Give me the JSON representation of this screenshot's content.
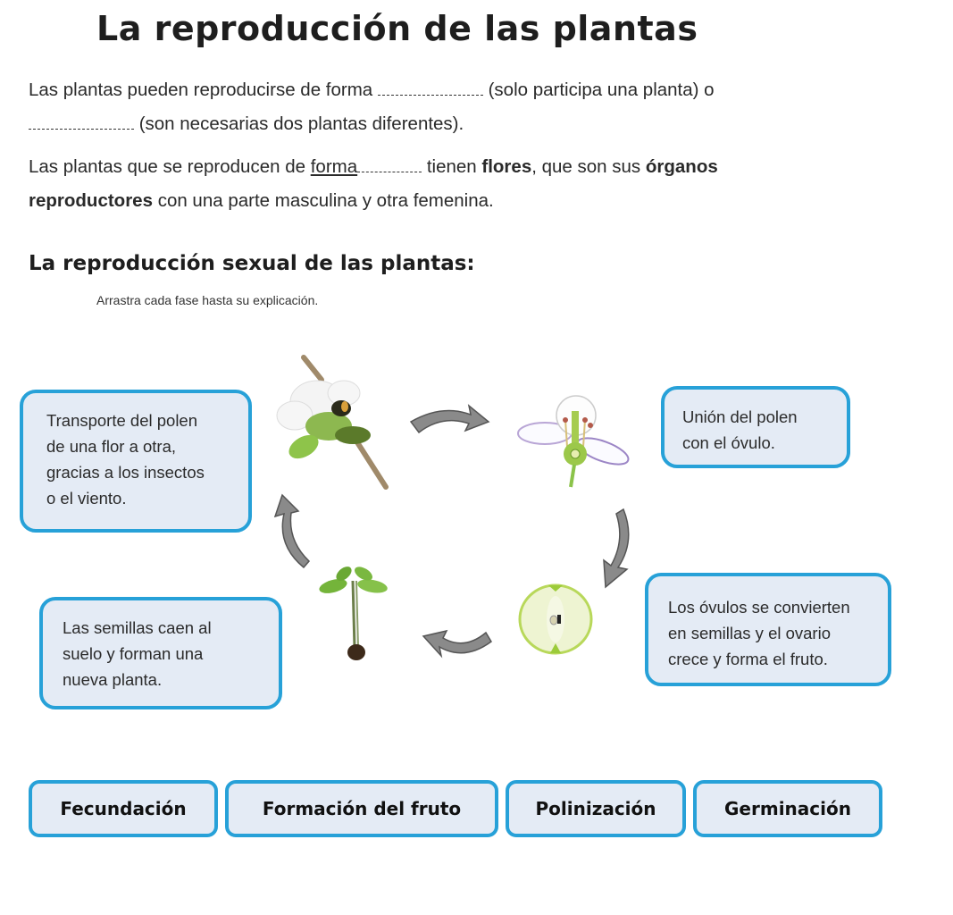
{
  "page": {
    "title": "La reproducción de las plantas"
  },
  "intro": {
    "p1_part1": "Las plantas pueden reproducirse de forma",
    "p1_part2": "(solo participa una planta) o",
    "p1_part3": "(son necesarias dos plantas diferentes).",
    "p2_part1": "Las plantas que se reproducen de",
    "p2_underlined": "forma",
    "p2_part2": "tienen",
    "p2_bold1": "flores",
    "p2_part3": ", que son sus",
    "p2_bold2": "órganos",
    "p2_bold3": "reproductores",
    "p2_part4": "con una parte masculina y otra femenina."
  },
  "section": {
    "subtitle": "La reproducción sexual de las plantas:",
    "instruction": "Arrastra cada fase hasta su explicación."
  },
  "explanations": [
    {
      "lines": [
        "Transporte del polen",
        "de una flor a otra,",
        "gracias a los insectos",
        "o el viento."
      ]
    },
    {
      "lines": [
        "Unión del polen",
        "con el óvulo."
      ]
    },
    {
      "lines": [
        "Los óvulos se convierten",
        "en semillas y el ovario",
        "crece y forma el fruto."
      ]
    },
    {
      "lines": [
        "Las semillas caen al",
        "suelo y forman una",
        "nueva planta."
      ]
    }
  ],
  "cycle_images": [
    {
      "icon": "flower-with-bee-icon"
    },
    {
      "icon": "flower-cross-section-icon"
    },
    {
      "icon": "apple-cross-section-icon"
    },
    {
      "icon": "seedling-icon"
    }
  ],
  "phases": [
    {
      "label": "Fecundación"
    },
    {
      "label": "Formación del fruto"
    },
    {
      "label": "Polinización"
    },
    {
      "label": "Germinación"
    }
  ],
  "colors": {
    "box_border": "#27a1d8",
    "box_fill": "#e4ebf5",
    "arrow_gray": "#8a8a8a"
  }
}
